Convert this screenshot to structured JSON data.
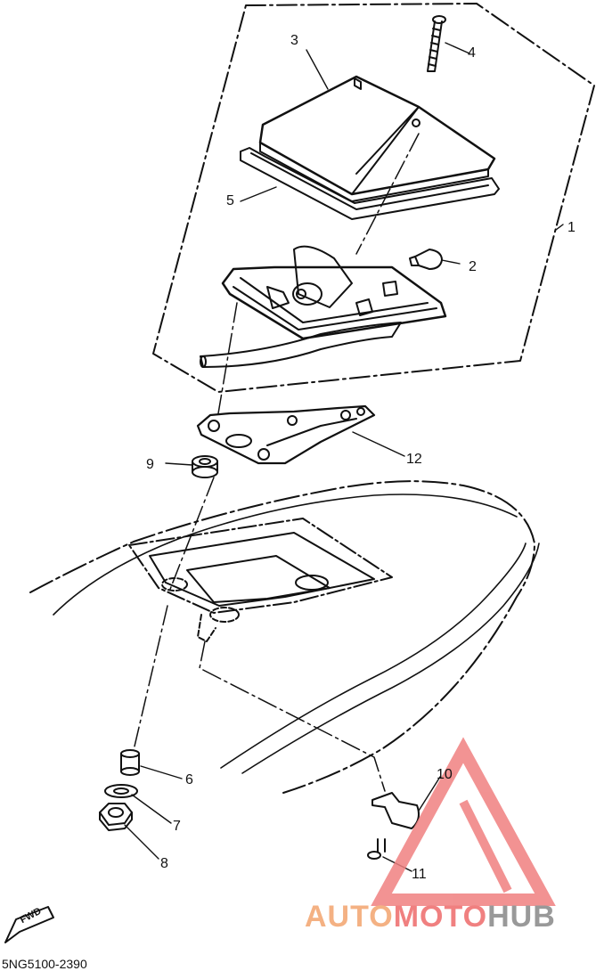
{
  "diagram": {
    "callouts": [
      {
        "id": "c1",
        "label": "1"
      },
      {
        "id": "c2",
        "label": "2"
      },
      {
        "id": "c3",
        "label": "3"
      },
      {
        "id": "c4",
        "label": "4"
      },
      {
        "id": "c5",
        "label": "5"
      },
      {
        "id": "c6",
        "label": "6"
      },
      {
        "id": "c7",
        "label": "7"
      },
      {
        "id": "c8",
        "label": "8"
      },
      {
        "id": "c9",
        "label": "9"
      },
      {
        "id": "c10",
        "label": "10"
      },
      {
        "id": "c11",
        "label": "11"
      },
      {
        "id": "c12",
        "label": "12"
      }
    ],
    "fwd_label": "FWD",
    "diagram_code": "5NG5100-2390"
  },
  "watermark": {
    "part1": "AUTO",
    "part2": "MOTO",
    "part3": "HUB",
    "colors": {
      "orange": "#f4b183",
      "red": "#f08080",
      "gray": "#999999"
    }
  }
}
